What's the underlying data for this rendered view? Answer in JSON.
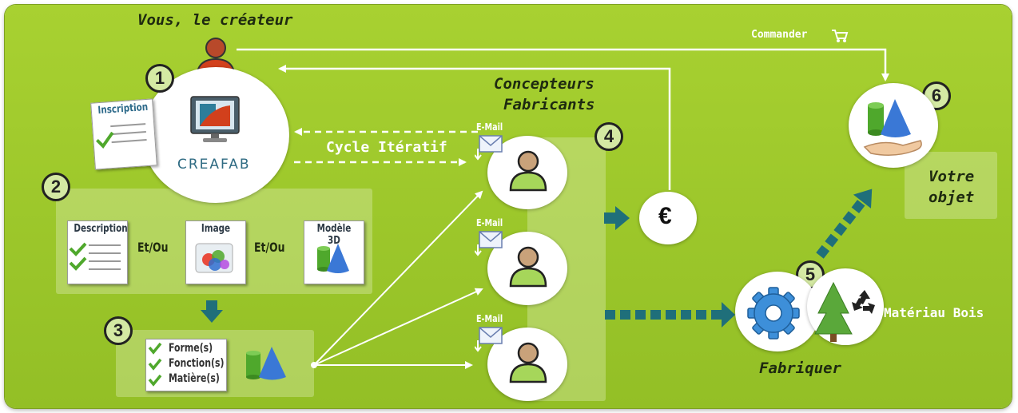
{
  "diagram": {
    "creator_label": "Vous, le créateur",
    "order_label": "Commander",
    "designers_line1": "Concepteurs",
    "designers_line2": "Fabricants",
    "iterative_cycle": "Cycle Itératif",
    "logo": "CREAFAB",
    "registration_doc": "Inscription",
    "description_doc": "Description",
    "image_doc": "Image",
    "model3d_doc": "Modèle 3D",
    "and_or_1": "Et/Ou",
    "and_or_2": "Et/Ou",
    "checklist": [
      "Forme(s)",
      "Fonction(s)",
      "Matière(s)"
    ],
    "email_labels": [
      "E-Mail",
      "E-Mail",
      "E-Mail"
    ],
    "currency": "€",
    "manufacture_label": "Fabriquer",
    "material_label": "Matériau Bois",
    "object_line1": "Votre",
    "object_line2": "objet",
    "steps": [
      "1",
      "2",
      "3",
      "4",
      "5",
      "6"
    ],
    "colors": {
      "background": "#9bc62a",
      "arrow_teal": "#1f6f7a",
      "user_head": "#d2401c",
      "designer_body": "#a6d65a"
    }
  }
}
